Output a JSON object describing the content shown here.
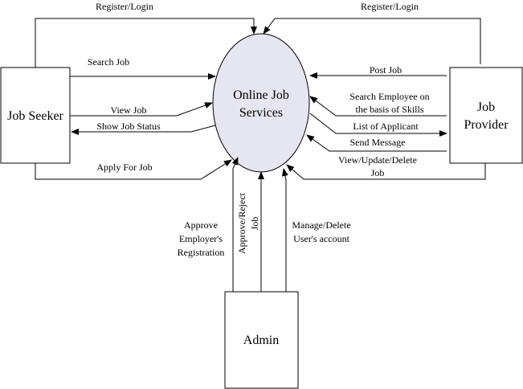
{
  "entities": {
    "job_seeker": "Job Seeker",
    "job_provider_l1": "Job",
    "job_provider_l2": "Provider",
    "admin": "Admin"
  },
  "process": {
    "line1": "Online Job",
    "line2": "Services"
  },
  "flows": {
    "seeker_register": "Register/Login",
    "provider_register": "Register/Login",
    "search_job": "Search Job",
    "view_job": "View Job",
    "show_job_status": "Show Job Status",
    "apply_for_job": "Apply For Job",
    "post_job": "Post Job",
    "search_employee_l1": "Search Employee on",
    "search_employee_l2": "the basis of Skills",
    "list_of_applicant": "List of Applicant",
    "send_message": "Send Message",
    "view_update_delete_l1": "View/Update/Delete",
    "view_update_delete_l2": "Job",
    "approve_employer_l1": "Approve",
    "approve_employer_l2": "Employer's",
    "approve_employer_l3": "Registration",
    "approve_reject_l1": "Approve/Reject",
    "approve_reject_l2": "Job",
    "manage_delete_l1": "Manage/Delete",
    "manage_delete_l2": "User's account"
  }
}
